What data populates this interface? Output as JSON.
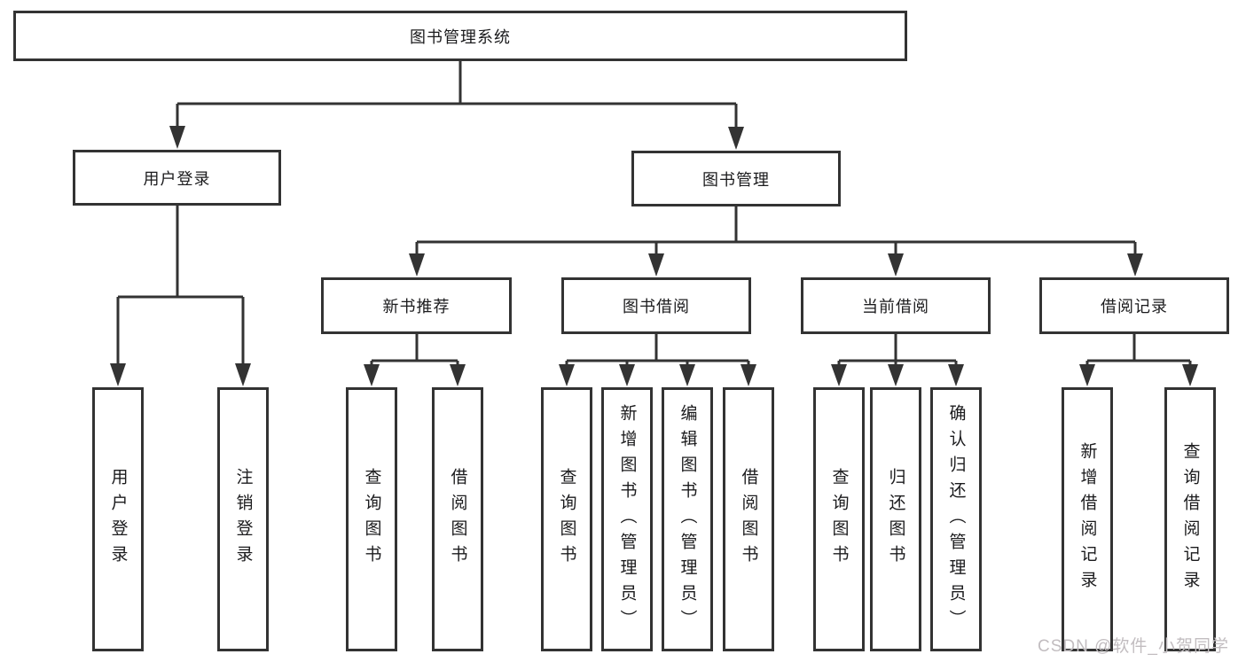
{
  "colors": {
    "line": "#333333",
    "text": "#1b1b1d",
    "background": "#ffffff",
    "watermark": "#c2bdc0"
  },
  "watermark": {
    "text": "CSDN @软件_小贺同学"
  },
  "tree": {
    "root": {
      "label": "图书管理系统",
      "children": [
        {
          "label": "用户登录",
          "children": [
            {
              "label": "用户登录"
            },
            {
              "label": "注销登录"
            }
          ]
        },
        {
          "label": "图书管理",
          "children": [
            {
              "label": "新书推荐",
              "children": [
                {
                  "label": "查询图书"
                },
                {
                  "label": "借阅图书"
                }
              ]
            },
            {
              "label": "图书借阅",
              "children": [
                {
                  "label": "查询图书"
                },
                {
                  "label": "新增图书（管理员）"
                },
                {
                  "label": "编辑图书（管理员）"
                },
                {
                  "label": "借阅图书"
                }
              ]
            },
            {
              "label": "当前借阅",
              "children": [
                {
                  "label": "查询图书"
                },
                {
                  "label": "归还图书"
                },
                {
                  "label": "确认归还（管理员）"
                }
              ]
            },
            {
              "label": "借阅记录",
              "children": [
                {
                  "label": "新增借阅记录"
                },
                {
                  "label": "查询借阅记录"
                }
              ]
            }
          ]
        }
      ]
    }
  }
}
